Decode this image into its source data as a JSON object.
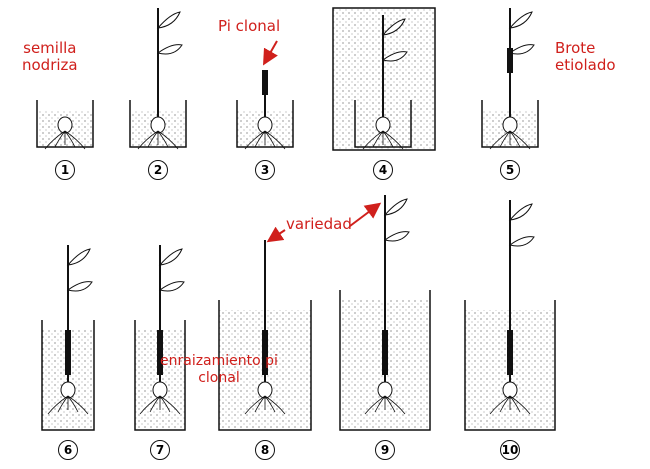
{
  "labels": {
    "seed": [
      "semilla",
      "nodriza"
    ],
    "clonal": "Pi clonal",
    "etiolated": [
      "Brote",
      "etiolado"
    ],
    "variety": "variedad",
    "rooting": [
      "enraizamiento pi",
      "clonal"
    ]
  },
  "steps": [
    "1",
    "2",
    "3",
    "4",
    "5",
    "6",
    "7",
    "8",
    "9",
    "10"
  ],
  "colors": {
    "annotation": "#d0201c",
    "ink": "#111111"
  }
}
